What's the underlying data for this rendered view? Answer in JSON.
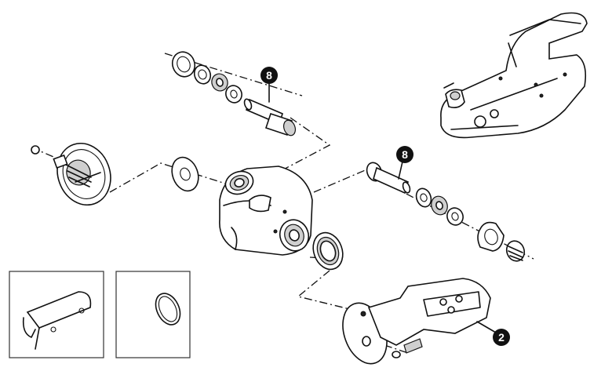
{
  "callouts": [
    {
      "id": "callout-8-top",
      "label": "8"
    },
    {
      "id": "callout-8-right",
      "label": "8"
    },
    {
      "id": "callout-2",
      "label": "2"
    }
  ]
}
